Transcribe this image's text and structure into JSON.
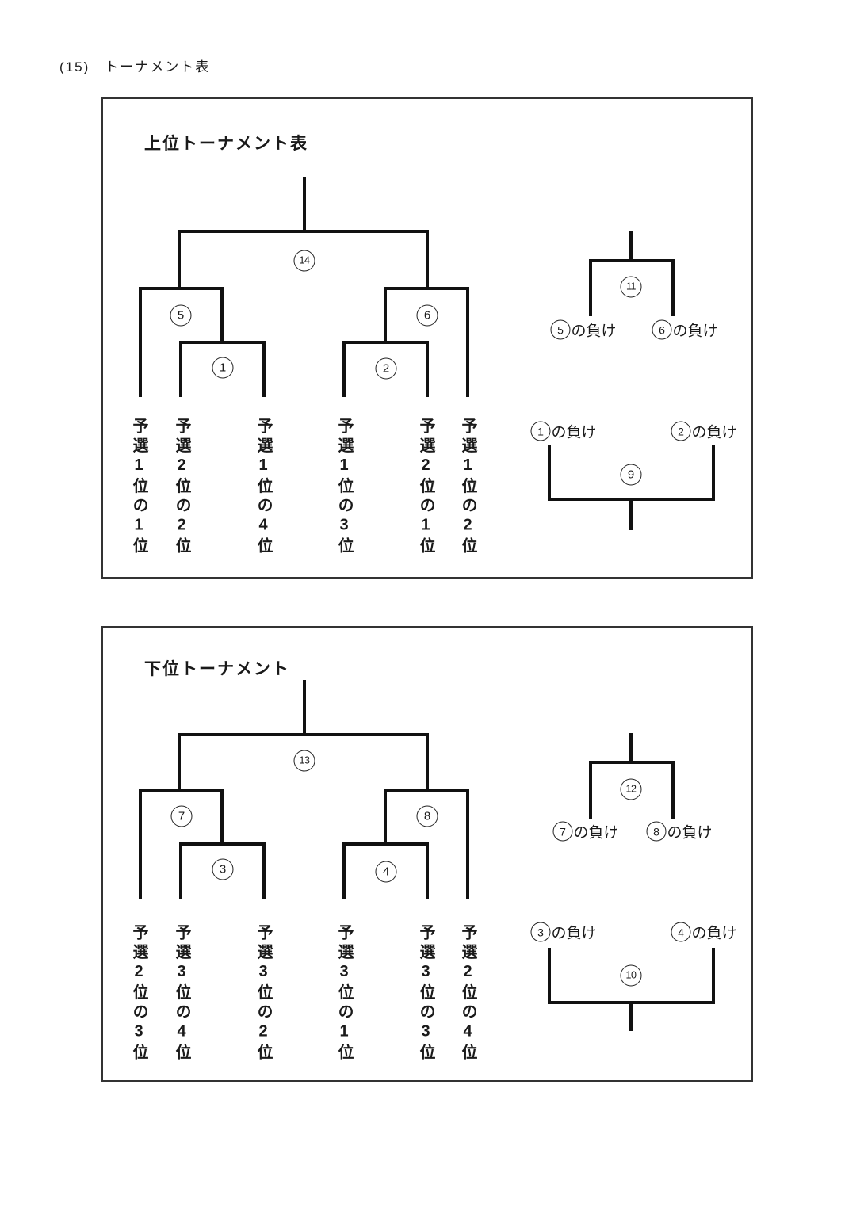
{
  "page_header": "(15)　トーナメント表",
  "colors": {
    "line": "#111111",
    "text": "#1a1a1a",
    "panel_border": "#333333",
    "background": "#ffffff"
  },
  "upper_panel": {
    "title": "上位トーナメント表",
    "matches": {
      "final": "14",
      "semi_left": "5",
      "semi_right": "6",
      "r1_left": "1",
      "r1_right": "2"
    },
    "entries": [
      "予選1位の1位",
      "予選2位の2位",
      "予選1位の4位",
      "予選1位の3位",
      "予選2位の1位",
      "予選1位の2位"
    ],
    "losers_top": {
      "match": "11",
      "left_num": "5",
      "left_text": "の負け",
      "right_num": "6",
      "right_text": "の負け"
    },
    "losers_bottom": {
      "match": "9",
      "left_num": "1",
      "left_text": "の負け",
      "right_num": "2",
      "right_text": "の負け"
    }
  },
  "lower_panel": {
    "title": "下位トーナメント",
    "matches": {
      "final": "13",
      "semi_left": "7",
      "semi_right": "8",
      "r1_left": "3",
      "r1_right": "4"
    },
    "entries": [
      "予選2位の3位",
      "予選3位の4位",
      "予選3位の2位",
      "予選3位の1位",
      "予選3位の3位",
      "予選2位の4位"
    ],
    "losers_top": {
      "match": "12",
      "left_num": "7",
      "left_text": "の負け",
      "right_num": "8",
      "right_text": "の負け"
    },
    "losers_bottom": {
      "match": "10",
      "left_num": "3",
      "left_text": "の負け",
      "right_num": "4",
      "right_text": "の負け"
    }
  }
}
